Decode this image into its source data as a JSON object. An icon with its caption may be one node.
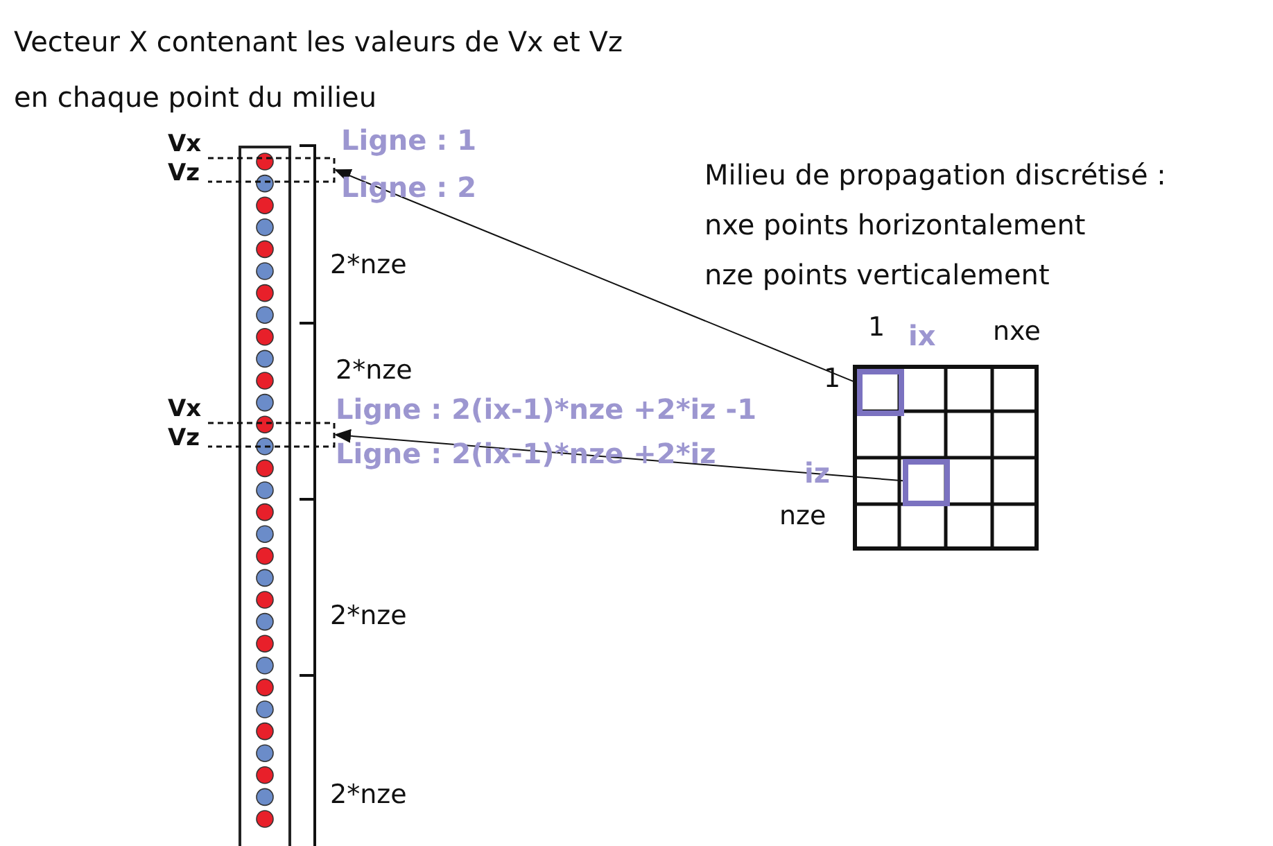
{
  "diagram": {
    "nodes": [
      {
        "text": [],
        "shape": "bar"
      },
      {
        "text": [],
        "shape": "bracket"
      },
      {
        "text": [],
        "shape": "bracket"
      },
      {
        "text": [],
        "shape": "box"
      },
      {
        "text": [],
        "shape": "box",
        "in": 3
      },
      {
        "text": [],
        "shape": "box",
        "in": 3
      }
    ],
    "edges": [
      {
        "from": 4,
        "to": 1,
        "arrow": "to"
      },
      {
        "from": 5,
        "to": 2,
        "arrow": "to"
      }
    ],
    "labels": [
      "Vecteur X contenant les valeurs de Vx et Vz en chaque point du milieu",
      "Vx",
      "Ligne : 1",
      "Vz",
      "Ligne : 2",
      "Milieu de propagation discrétisé :",
      "nxe points horizontalement",
      "nze points verticalement",
      "2*nze",
      "1",
      "ix",
      "nxe",
      "2*nze",
      "1",
      "Vx",
      "Ligne : 2(ix-1)*nze +2*iz -1",
      "Vz",
      "Ligne : 2(ix-1)*nze +2*iz",
      "iz",
      "nze",
      "2*nze",
      "2*nze"
    ]
  }
}
